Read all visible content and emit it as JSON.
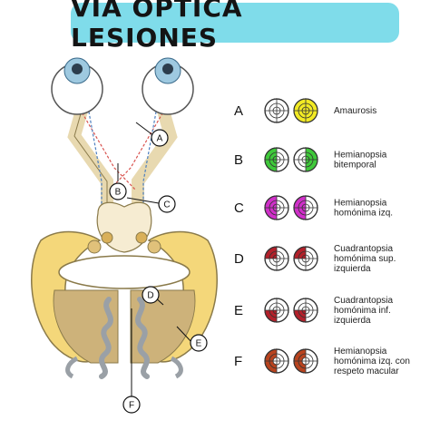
{
  "title": "VÍA ÓPTICA LESIONES",
  "callouts": [
    "A",
    "B",
    "C",
    "D",
    "E",
    "F"
  ],
  "colors": {
    "banner": "#7fdcea",
    "eyeball": "#9ec9e0",
    "nerve": "#e8d9b0",
    "brain": "#f4d77a",
    "A": "#f2ea24",
    "B": "#3fc93a",
    "C": "#d02fc9",
    "D": "#b3202a",
    "E": "#b3202a",
    "F": "#b8431e"
  },
  "lesions": [
    {
      "letter": "A",
      "text": [
        "Amaurosis"
      ],
      "pattern": "A"
    },
    {
      "letter": "B",
      "text": [
        "Hemianopsia",
        "bitemporal"
      ],
      "pattern": "B"
    },
    {
      "letter": "C",
      "text": [
        "Hemianopsia",
        "homónima izq."
      ],
      "pattern": "C"
    },
    {
      "letter": "D",
      "text": [
        "Cuadrantopsia",
        "homónima sup.",
        "izquierda"
      ],
      "pattern": "D"
    },
    {
      "letter": "E",
      "text": [
        "Cuadrantopsia",
        "homónima inf.",
        "izquierda"
      ],
      "pattern": "E"
    },
    {
      "letter": "F",
      "text": [
        "Hemianopsia",
        "homónima izq. con",
        "respeto macular"
      ],
      "pattern": "F"
    }
  ]
}
